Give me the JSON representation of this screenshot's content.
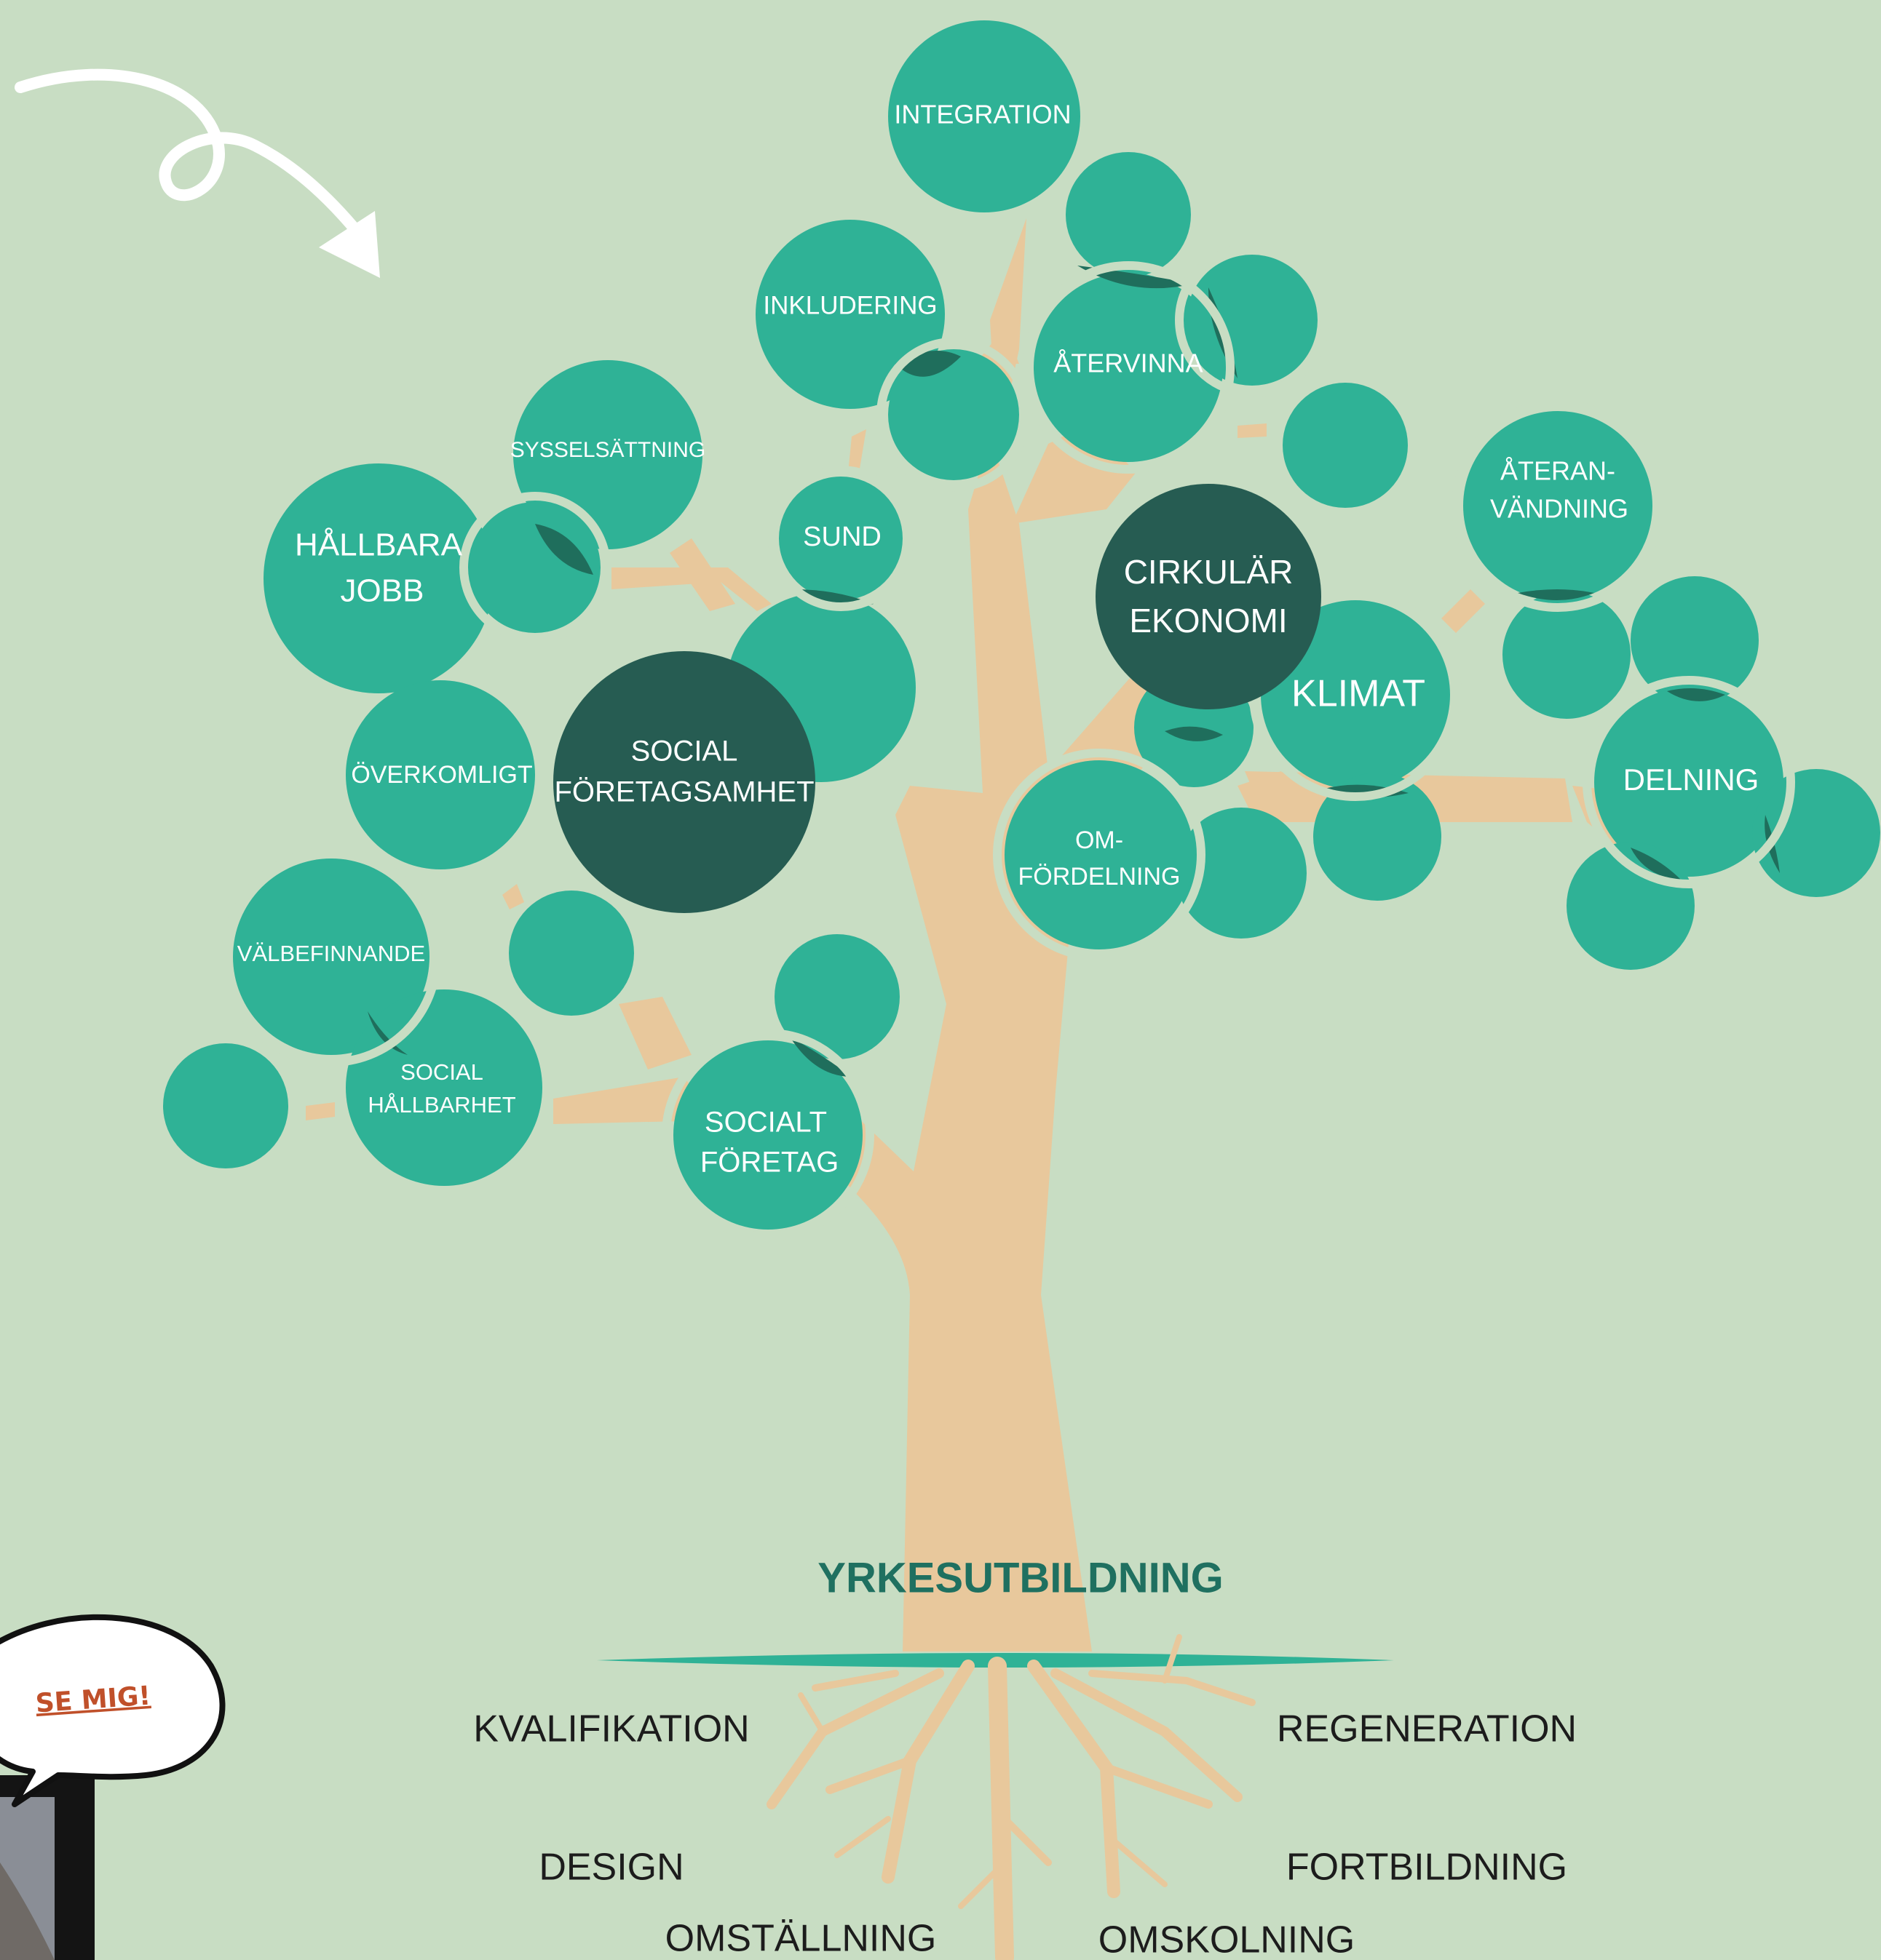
{
  "colors": {
    "background": "#c8ddc3",
    "bubble": "#2fb296",
    "bubble_dark": "#265c52",
    "bubble_seam": "#1f6e5c",
    "trunk": "#e8c89c",
    "heading": "#1f7060",
    "ground": "#2fb296",
    "root_text": "#1c1c1c",
    "callout_text": "#c0502a"
  },
  "heading": "YRKESUTBILDNING",
  "callout": "SE MIG!",
  "bubbles": {
    "integration": "INTEGRATION",
    "inkludering": "INKLUDERING",
    "atervinna": "ÅTERVINNA",
    "sysselsattning": "SYSSELSÄTTNING",
    "hallbara_1": "HÅLLBARA",
    "hallbara_2": "JOBB",
    "sund": "SUND",
    "cirkular_1": "CIRKULÄR",
    "cirkular_2": "EKONOMI",
    "ateran_1": "ÅTERAN-",
    "ateran_2": "VÄNDNING",
    "klimat": "KLIMAT",
    "social_foretag_1": "SOCIAL",
    "social_foretag_2": "FÖRETAGSAMHET",
    "overkomligt": "ÖVERKOMLIGT",
    "omfordelning_1": "OM-",
    "omfordelning_2": "FÖRDELNING",
    "delning": "DELNING",
    "valbefinnande": "VÄLBEFINNANDE",
    "social_hallbarhet_1": "SOCIAL",
    "social_hallbarhet_2": "HÅLLBARHET",
    "socialt_foretag_1": "SOCIALT",
    "socialt_foretag_2": "FÖRETAG"
  },
  "roots": {
    "kvalifikation": "KVALIFIKATION",
    "regeneration": "REGENERATION",
    "design": "DESIGN",
    "fortbildning": "FORTBILDNING",
    "omstallning": "OMSTÄLLNING",
    "omskolning": "OMSKOLNING"
  }
}
